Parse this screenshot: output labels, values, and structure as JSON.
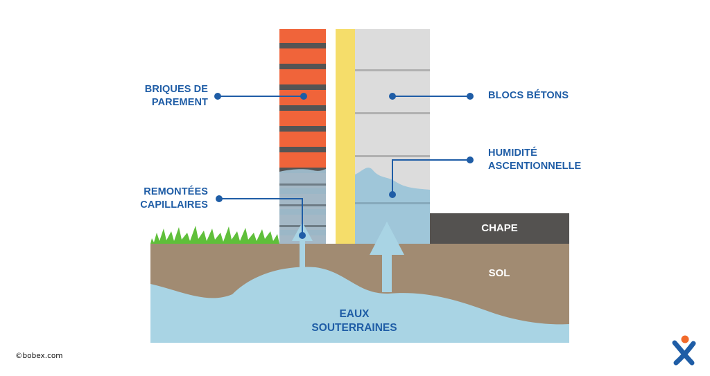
{
  "labels": {
    "briques": [
      "BRIQUES DE",
      "PAREMENT"
    ],
    "remontees": [
      "REMONTÉES",
      "CAPILLAIRES"
    ],
    "blocs": "BLOCS BÉTONS",
    "humidite": [
      "HUMIDITÉ",
      "ASCENTIONNELLE"
    ],
    "chape": "CHAPE",
    "sol": "SOL",
    "eaux": [
      "EAUX",
      "SOUTERRAINES"
    ]
  },
  "copyright": "©bobex.com",
  "logo": {
    "name": "bobex-logo",
    "colors": {
      "orange": "#f26a2a",
      "blue": "#1f5da6"
    }
  },
  "colors": {
    "brick": "#f0643a",
    "mortar": "#545454",
    "insulation": "#f5dd6a",
    "concrete": "#dcdcdc",
    "soil": "#a18b72",
    "water": "#a9d4e4",
    "screed": "#545250",
    "grass": "#5fbf3a",
    "label": "#1f5da6"
  }
}
